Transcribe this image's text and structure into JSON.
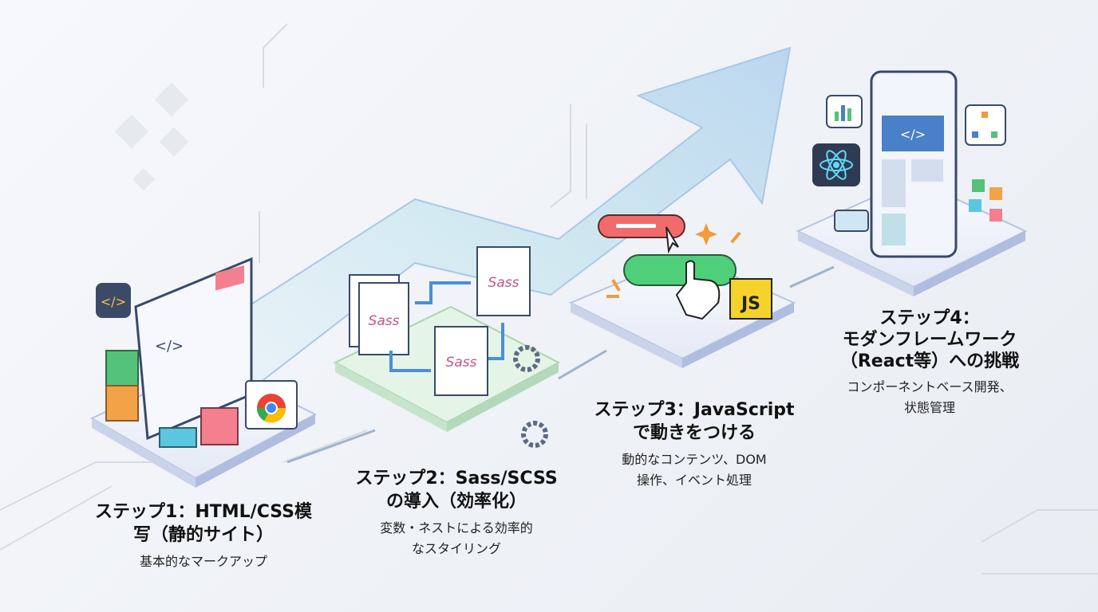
{
  "steps": [
    {
      "title_line1": "ステップ1：HTML/CSS模",
      "title_line2": "写（静的サイト）",
      "subtitle_line1": "基本的なマークアップ"
    },
    {
      "title_line1": "ステップ2：Sass/SCSS",
      "title_line2": "の導入（効率化）",
      "subtitle_line1": "変数・ネストによる効率的",
      "subtitle_line2": "なスタイリング"
    },
    {
      "title_line1": "ステップ3：JavaScript",
      "title_line2": "で動きをつける",
      "subtitle_line1": "動的なコンテンツ、DOM",
      "subtitle_line2": "操作、イベント処理"
    },
    {
      "title_line1": "ステップ4：",
      "title_line2": "モダンフレームワーク",
      "title_line3": "（React等）への挑戦",
      "subtitle_line1": "コンポーネントベース開発、",
      "subtitle_line2": "状態管理"
    }
  ],
  "icons": {
    "code": "</>",
    "sass": "Sass",
    "js": "JS"
  },
  "colors": {
    "arrow": "#cfe3f3",
    "platform": "#eef2fa",
    "platform_green": "#e4f4e6",
    "js_yellow": "#f5d32a",
    "button_green": "#4fcf7a",
    "button_red": "#f26b6b",
    "sass_pink": "#c6538c"
  }
}
